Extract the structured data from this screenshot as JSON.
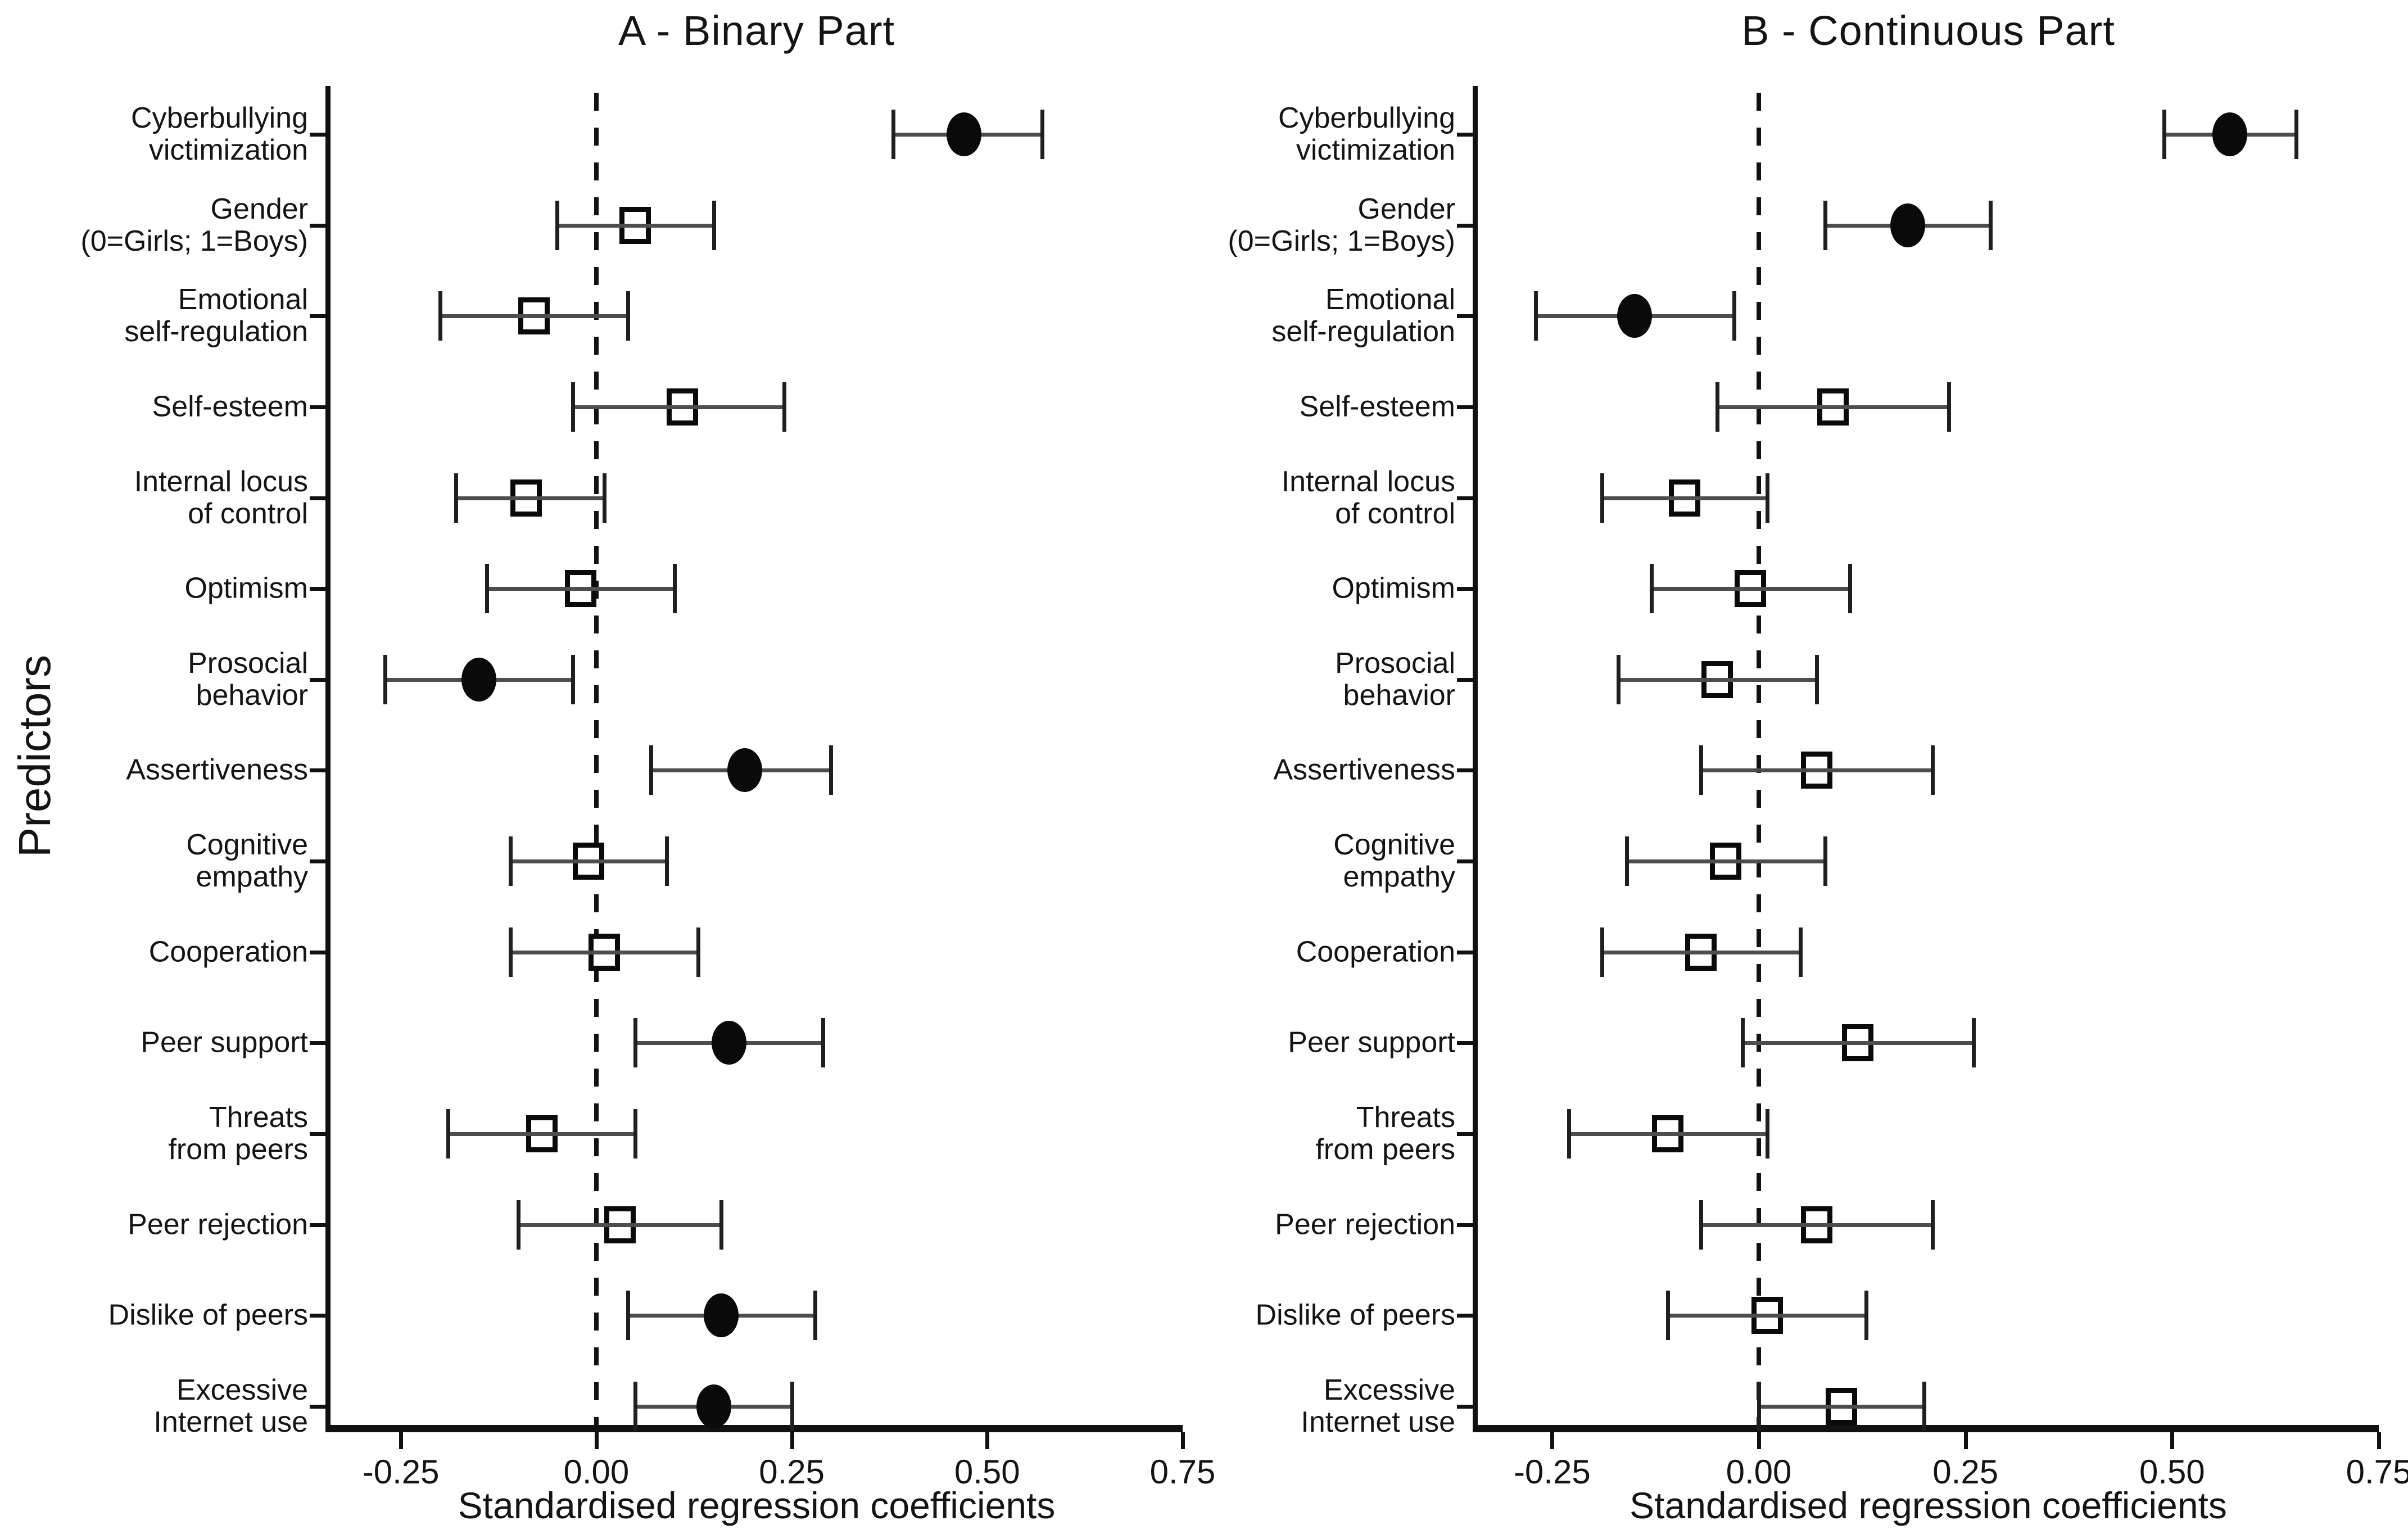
{
  "figure": {
    "ylabel": "Predictors",
    "colors": {
      "marker": "#0a0a0a",
      "ci_line": "#4d4d4d",
      "axis": "#111111",
      "text": "#141414",
      "background": "#ffffff"
    }
  },
  "chart_data": [
    {
      "type": "scatter",
      "id": "A",
      "title": "A - Binary Part",
      "xlabel": "Standardised regression coefficients",
      "ylabel": "Predictors",
      "xlim": [
        -0.34,
        0.75
      ],
      "x_ticks": [
        -0.25,
        0.0,
        0.25,
        0.5,
        0.75
      ],
      "x_tick_labels": [
        "-0.25",
        "0.00",
        "0.25",
        "0.50",
        "0.75"
      ],
      "grid": false,
      "zero_reference_line": "dashed vertical at 0.00",
      "marker_legend": "filled circle = significant, open square = non-significant",
      "rows": [
        {
          "label": "Cyberbullying victimization",
          "label_lines": "Cyberbullying\nvictimization",
          "estimate": 0.47,
          "ci_low": 0.38,
          "ci_high": 0.57,
          "marker": "filled-circle"
        },
        {
          "label": "Gender (0=Girls; 1=Boys)",
          "label_lines": "Gender\n(0=Girls; 1=Boys)",
          "estimate": 0.05,
          "ci_low": -0.05,
          "ci_high": 0.15,
          "marker": "open-square"
        },
        {
          "label": "Emotional self-regulation",
          "label_lines": "Emotional\nself-regulation",
          "estimate": -0.08,
          "ci_low": -0.2,
          "ci_high": 0.04,
          "marker": "open-square"
        },
        {
          "label": "Self-esteem",
          "label_lines": "Self-esteem",
          "estimate": 0.11,
          "ci_low": -0.03,
          "ci_high": 0.24,
          "marker": "open-square"
        },
        {
          "label": "Internal locus of control",
          "label_lines": "Internal locus\nof control",
          "estimate": -0.09,
          "ci_low": -0.18,
          "ci_high": 0.01,
          "marker": "open-square"
        },
        {
          "label": "Optimism",
          "label_lines": "Optimism",
          "estimate": -0.02,
          "ci_low": -0.14,
          "ci_high": 0.1,
          "marker": "open-square"
        },
        {
          "label": "Prosocial behavior",
          "label_lines": "Prosocial\nbehavior",
          "estimate": -0.15,
          "ci_low": -0.27,
          "ci_high": -0.03,
          "marker": "filled-circle"
        },
        {
          "label": "Assertiveness",
          "label_lines": "Assertiveness",
          "estimate": 0.19,
          "ci_low": 0.07,
          "ci_high": 0.3,
          "marker": "filled-circle"
        },
        {
          "label": "Cognitive empathy",
          "label_lines": "Cognitive\nempathy",
          "estimate": -0.01,
          "ci_low": -0.11,
          "ci_high": 0.09,
          "marker": "open-square"
        },
        {
          "label": "Cooperation",
          "label_lines": "Cooperation",
          "estimate": 0.01,
          "ci_low": -0.11,
          "ci_high": 0.13,
          "marker": "open-square"
        },
        {
          "label": "Peer support",
          "label_lines": "Peer support",
          "estimate": 0.17,
          "ci_low": 0.05,
          "ci_high": 0.29,
          "marker": "filled-circle"
        },
        {
          "label": "Threats from peers",
          "label_lines": "Threats\nfrom peers",
          "estimate": -0.07,
          "ci_low": -0.19,
          "ci_high": 0.05,
          "marker": "open-square"
        },
        {
          "label": "Peer rejection",
          "label_lines": "Peer rejection",
          "estimate": 0.03,
          "ci_low": -0.1,
          "ci_high": 0.16,
          "marker": "open-square"
        },
        {
          "label": "Dislike of peers",
          "label_lines": "Dislike of peers",
          "estimate": 0.16,
          "ci_low": 0.04,
          "ci_high": 0.28,
          "marker": "filled-circle"
        },
        {
          "label": "Excessive Internet use",
          "label_lines": "Excessive\nInternet use",
          "estimate": 0.15,
          "ci_low": 0.05,
          "ci_high": 0.25,
          "marker": "filled-circle"
        }
      ]
    },
    {
      "type": "scatter",
      "id": "B",
      "title": "B - Continuous Part",
      "xlabel": "Standardised regression coefficients",
      "ylabel": "Predictors",
      "xlim": [
        -0.34,
        0.75
      ],
      "x_ticks": [
        -0.25,
        0.0,
        0.25,
        0.5,
        0.75
      ],
      "x_tick_labels": [
        "-0.25",
        "0.00",
        "0.25",
        "0.50",
        "0.75"
      ],
      "grid": false,
      "zero_reference_line": "dashed vertical at 0.00",
      "marker_legend": "filled circle = significant, open square = non-significant",
      "rows": [
        {
          "label": "Cyberbullying victimization",
          "label_lines": "Cyberbullying\nvictimization",
          "estimate": 0.57,
          "ci_low": 0.49,
          "ci_high": 0.65,
          "marker": "filled-circle"
        },
        {
          "label": "Gender (0=Girls; 1=Boys)",
          "label_lines": "Gender\n(0=Girls; 1=Boys)",
          "estimate": 0.18,
          "ci_low": 0.08,
          "ci_high": 0.28,
          "marker": "filled-circle"
        },
        {
          "label": "Emotional self-regulation",
          "label_lines": "Emotional\nself-regulation",
          "estimate": -0.15,
          "ci_low": -0.27,
          "ci_high": -0.03,
          "marker": "filled-circle"
        },
        {
          "label": "Self-esteem",
          "label_lines": "Self-esteem",
          "estimate": 0.09,
          "ci_low": -0.05,
          "ci_high": 0.23,
          "marker": "open-square"
        },
        {
          "label": "Internal locus of control",
          "label_lines": "Internal locus\nof control",
          "estimate": -0.09,
          "ci_low": -0.19,
          "ci_high": 0.01,
          "marker": "open-square"
        },
        {
          "label": "Optimism",
          "label_lines": "Optimism",
          "estimate": -0.01,
          "ci_low": -0.13,
          "ci_high": 0.11,
          "marker": "open-square"
        },
        {
          "label": "Prosocial behavior",
          "label_lines": "Prosocial\nbehavior",
          "estimate": -0.05,
          "ci_low": -0.17,
          "ci_high": 0.07,
          "marker": "open-square"
        },
        {
          "label": "Assertiveness",
          "label_lines": "Assertiveness",
          "estimate": 0.07,
          "ci_low": -0.07,
          "ci_high": 0.21,
          "marker": "open-square"
        },
        {
          "label": "Cognitive empathy",
          "label_lines": "Cognitive\nempathy",
          "estimate": -0.04,
          "ci_low": -0.16,
          "ci_high": 0.08,
          "marker": "open-square"
        },
        {
          "label": "Cooperation",
          "label_lines": "Cooperation",
          "estimate": -0.07,
          "ci_low": -0.19,
          "ci_high": 0.05,
          "marker": "open-square"
        },
        {
          "label": "Peer support",
          "label_lines": "Peer support",
          "estimate": 0.12,
          "ci_low": -0.02,
          "ci_high": 0.26,
          "marker": "open-square"
        },
        {
          "label": "Threats from peers",
          "label_lines": "Threats\nfrom peers",
          "estimate": -0.11,
          "ci_low": -0.23,
          "ci_high": 0.01,
          "marker": "open-square"
        },
        {
          "label": "Peer rejection",
          "label_lines": "Peer rejection",
          "estimate": 0.07,
          "ci_low": -0.07,
          "ci_high": 0.21,
          "marker": "open-square"
        },
        {
          "label": "Dislike of peers",
          "label_lines": "Dislike of peers",
          "estimate": 0.01,
          "ci_low": -0.11,
          "ci_high": 0.13,
          "marker": "open-square"
        },
        {
          "label": "Excessive Internet use",
          "label_lines": "Excessive\nInternet use",
          "estimate": 0.1,
          "ci_low": 0.0,
          "ci_high": 0.2,
          "marker": "open-square"
        }
      ]
    }
  ]
}
